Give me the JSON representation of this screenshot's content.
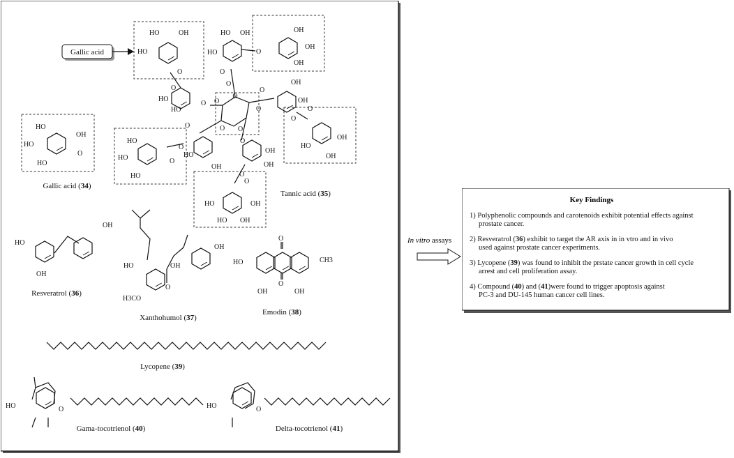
{
  "callout": {
    "gallic_acid_tag": "Gallic acid"
  },
  "compounds": [
    {
      "name": "Gallic acid",
      "num": "34"
    },
    {
      "name": "Tannic acid",
      "num": "35"
    },
    {
      "name": "Resveratrol",
      "num": "36"
    },
    {
      "name": "Xanthohumol",
      "num": "37"
    },
    {
      "name": "Emodin",
      "num": "38"
    },
    {
      "name": "Lycopene",
      "num": "39"
    },
    {
      "name": "Gama-tocotrienol",
      "num": "40"
    },
    {
      "name": "Delta-tocotrienol",
      "num": "41"
    }
  ],
  "atoms": {
    "OH": "OH",
    "HO": "HO",
    "O": "O",
    "H3CO": "H3CO",
    "CH3": "CH3"
  },
  "arrow": {
    "label_italic": "In vitro",
    "label_rest": " assays"
  },
  "key_findings": {
    "title": "Key Findings",
    "items": [
      [
        "1) Polyphenolic compounds and carotenoids exhibit potential effects against",
        "prostate cancer."
      ],
      [
        "2) Resveratrol (36) exhibit to target the AR axis in in vtro and in vivo",
        "used against prostate cancer experiments."
      ],
      [
        "3) Lycopene (39) was found to inhibit the prstate cancer growth in cell cycle",
        "arrest and cell proliferation assay."
      ],
      [
        "4) Compound (40) and (41)were found to trigger apoptosis against",
        "PC-3 and DU-145 human cancer cell lines."
      ]
    ]
  }
}
